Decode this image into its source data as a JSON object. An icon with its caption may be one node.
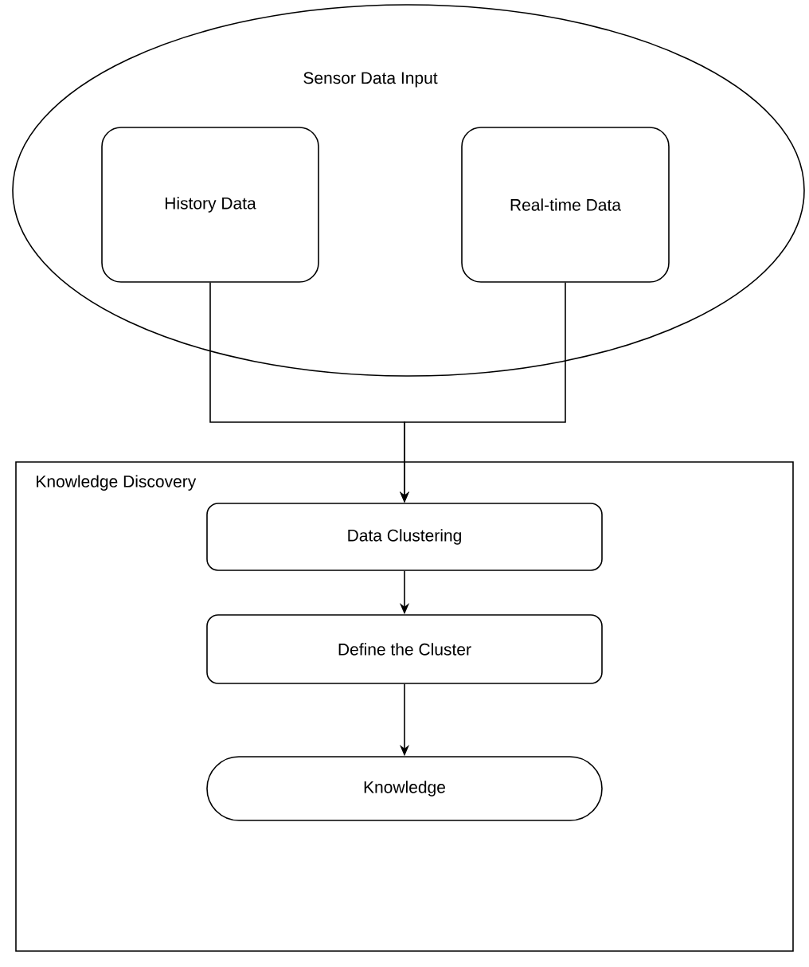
{
  "diagram": {
    "nodes": [
      {
        "text": [
          "Sensor Data Input"
        ]
      },
      {
        "text": [
          "History Data"
        ],
        "in": 0
      },
      {
        "text": [
          "Real-time Data"
        ],
        "in": 0
      },
      {
        "text": [
          "Knowledge Discovery"
        ]
      },
      {
        "text": [
          "Data Clustering"
        ],
        "in": 3
      },
      {
        "text": [
          "Define the Cluster"
        ],
        "in": 3
      },
      {
        "text": [
          "Knowledge"
        ],
        "in": 3
      }
    ],
    "edges": [
      {
        "from": 1,
        "to": 4,
        "arrow": "to"
      },
      {
        "from": 2,
        "to": 4,
        "arrow": "to"
      },
      {
        "from": 4,
        "to": 5,
        "arrow": "to"
      },
      {
        "from": 5,
        "to": 6,
        "arrow": "to"
      }
    ]
  }
}
